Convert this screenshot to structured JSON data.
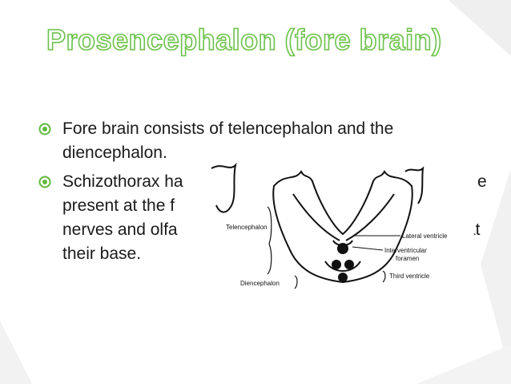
{
  "slide": {
    "title": "Prosencephalon (fore brain)",
    "colors": {
      "title_outline": "#6cc24a",
      "bullet_marker": "#5fb93c",
      "decor_gray": "#ececec"
    },
    "bullets": [
      {
        "marker_icon": "circled-bullet-icon",
        "text": "Fore brain consists of telencephalon and the diencephalon."
      },
      {
        "marker_icon": "circled-bullet-icon",
        "text": "Schizothorax ha…e present at the f… nerves and olfa…at their base."
      }
    ],
    "bullet_lines": [
      [
        "Fore brain consists of telencephalon and the",
        "diencephalon."
      ],
      [
        "Schizothorax ha",
        "e",
        "present at the f",
        "nerves and olfa",
        "at",
        "their base."
      ]
    ],
    "figure": {
      "labels": {
        "telencephalon": "Telencephalon",
        "lateral_ventricle": "Lateral ventricle",
        "interventricular_foramen_1": "Interventricular",
        "interventricular_foramen_2": "foramen",
        "diencephalon": "Diencephalon",
        "third_ventricle": "Third ventricle"
      }
    }
  }
}
